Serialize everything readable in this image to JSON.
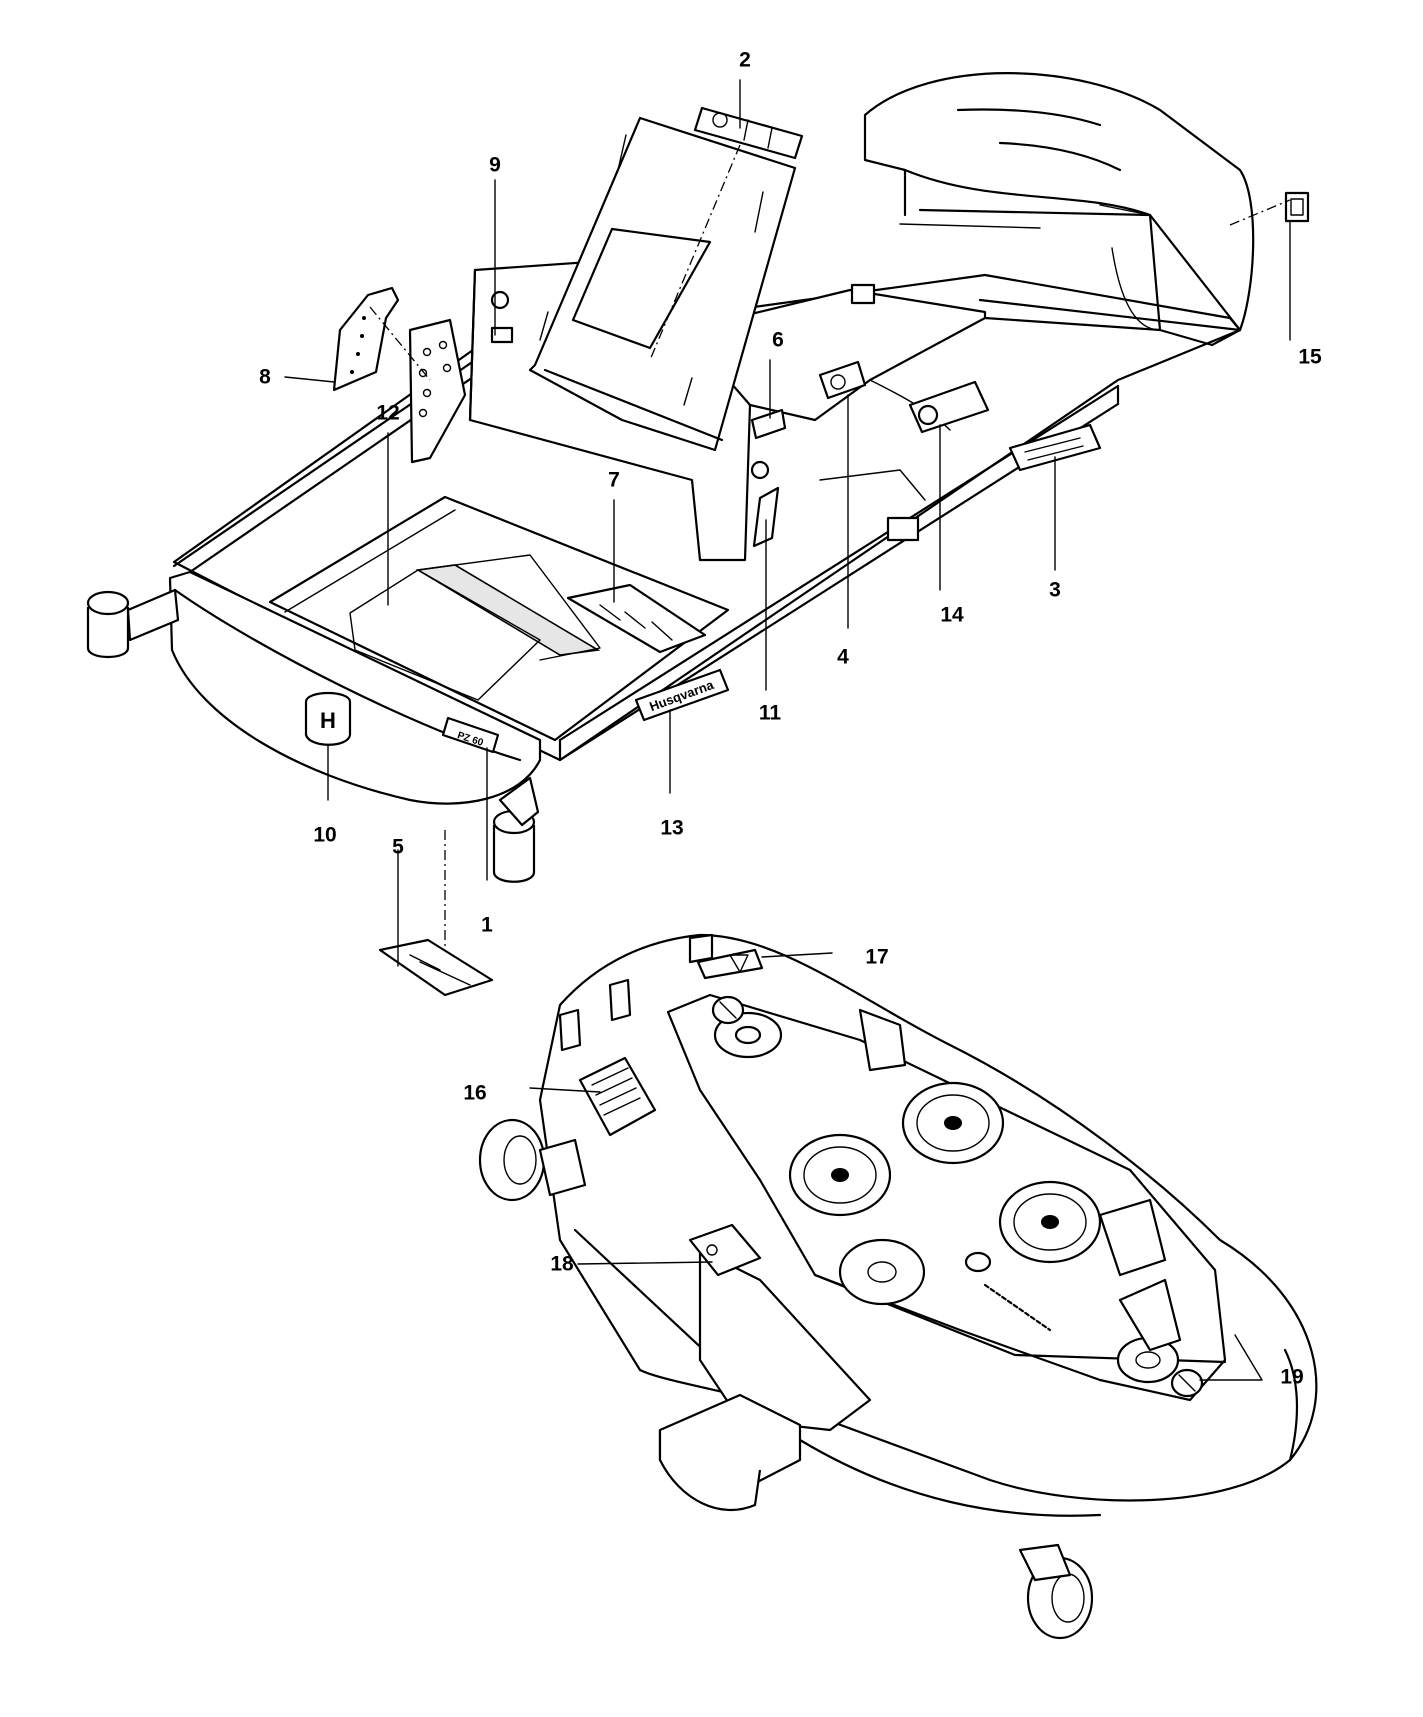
{
  "callouts": [
    {
      "id": "1",
      "text": "1"
    },
    {
      "id": "2",
      "text": "2"
    },
    {
      "id": "3",
      "text": "3"
    },
    {
      "id": "4",
      "text": "4"
    },
    {
      "id": "5",
      "text": "5"
    },
    {
      "id": "6",
      "text": "6"
    },
    {
      "id": "7",
      "text": "7"
    },
    {
      "id": "8",
      "text": "8"
    },
    {
      "id": "9",
      "text": "9"
    },
    {
      "id": "10",
      "text": "10"
    },
    {
      "id": "11",
      "text": "11"
    },
    {
      "id": "12",
      "text": "12"
    },
    {
      "id": "13",
      "text": "13"
    },
    {
      "id": "14",
      "text": "14"
    },
    {
      "id": "15",
      "text": "15"
    },
    {
      "id": "16",
      "text": "16"
    },
    {
      "id": "17",
      "text": "17"
    },
    {
      "id": "18",
      "text": "18"
    },
    {
      "id": "19",
      "text": "19"
    }
  ],
  "brand_decal_text": "Husqvarna",
  "model_decal_text": "PZ 60"
}
